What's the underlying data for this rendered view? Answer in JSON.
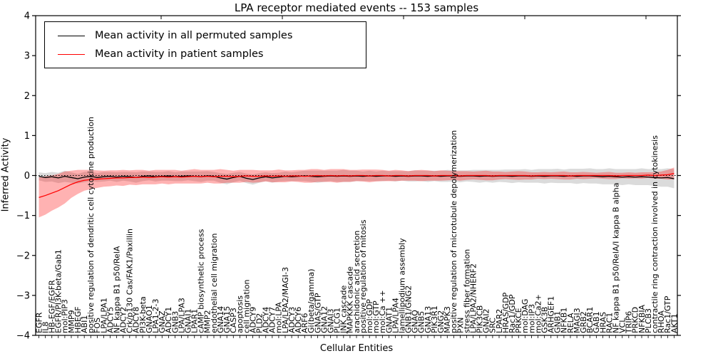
{
  "chart_data": {
    "type": "line",
    "title": "LPA receptor mediated events -- 153 samples",
    "xlabel": "Cellular Entities",
    "ylabel": "Inferred Activity",
    "ylim": [
      -4,
      4
    ],
    "yticks": [
      -4,
      -3,
      -2,
      -1,
      0,
      1,
      2,
      3,
      4
    ],
    "grid": false,
    "legend_position": "upper left",
    "zero_line": {
      "style": "dotted",
      "color": "#000000"
    },
    "categories": [
      "EGFR",
      "IL8",
      "HB-EGF/EGFR",
      "EGFR/PI3K-beta/Gab1",
      "mol:PIP3",
      "MMP9",
      "HBEGF",
      "ABI1",
      "positive regulation of dendritic cell cytokine production",
      "FOS",
      "LPA/LPA1",
      "ADCY5",
      "NF kappa B1 p50/RelA",
      "ADCY2",
      "Crk/p130 Cas/FAK1/Paxillin",
      "ADCY8",
      "PI3K-beta",
      "GNAO1",
      "LPA1-2-3",
      "GNAZ",
      "ADCY1",
      "GNB3",
      "LPA/LPA3",
      "GNAI1",
      "LPAR1",
      "cAMP biosynthetic process",
      "MMP2",
      "endothelial cell migration",
      "GNA14",
      "GNA15",
      "CASP3",
      "apoptosis",
      "cell migration",
      "ADCY9",
      "PLD2",
      "ADCY4",
      "ADCY7",
      "mol:LPA",
      "LPA/LPA2/MAGI-3",
      "ADCY3",
      "ADCY6",
      "ARF6",
      "Gi(beta/gamma)",
      "GNAS/GTP",
      "GNA12",
      "GNAI3",
      "PLCG1",
      "JNK cascade",
      "MAPKKK cascade",
      "arachidonic acid secretion",
      "positive regulation of mitosis",
      "mol:GDP",
      "mol:GTP",
      "mol:Ca ++",
      "GNAT1",
      "LPA/LPA4",
      "lamellipodium assembly",
      "GNB1/GNG2",
      "GNAQ",
      "GNB5",
      "GNA13",
      "PIK3R1",
      "GNG2",
      "MAPK3",
      "positive regulation of microtubule depolymerization",
      "PXN",
      "stress fiber formation",
      "LPA/LPA2/NHERF2",
      "PIK3CB",
      "GNAI2",
      "SRC",
      "LPAR2",
      "HRAS/GDP",
      "Rac1/GDP",
      "PRKCE",
      "mol:DAG",
      "mol:IP3",
      "mol:Ca2+",
      "GSK3B",
      "ARHGEF1",
      "GNB1",
      "NFKB1",
      "RELA",
      "MAGI3",
      "GRB2",
      "BCAR1",
      "GAB1",
      "HRAS",
      "RAC1",
      "NF kappa B1 p50/RelA/I kappa B alpha",
      "VCL",
      "TRIP6",
      "PRKCD",
      "NFKBIA",
      "PLCB3",
      "contractile ring contraction involved in cytokinesis",
      "RHOA",
      "Rac1/GTP",
      "AKT1"
    ],
    "series": [
      {
        "name": "Mean activity in all permuted samples",
        "color": "#000000",
        "band_color": "#999999",
        "band_opacity": 0.35,
        "values": [
          -0.02,
          -0.05,
          -0.03,
          -0.06,
          -0.02,
          -0.05,
          -0.08,
          -0.04,
          -0.02,
          -0.05,
          -0.03,
          -0.02,
          -0.04,
          -0.02,
          -0.03,
          -0.05,
          -0.02,
          -0.01,
          -0.03,
          -0.02,
          -0.01,
          -0.03,
          -0.02,
          -0.01,
          -0.02,
          -0.03,
          -0.01,
          -0.02,
          -0.06,
          -0.09,
          -0.05,
          -0.02,
          -0.07,
          -0.1,
          -0.06,
          -0.03,
          -0.06,
          -0.04,
          -0.02,
          -0.03,
          -0.02,
          -0.01,
          -0.02,
          -0.03,
          -0.02,
          -0.01,
          -0.02,
          -0.01,
          -0.02,
          -0.01,
          -0.02,
          -0.01,
          -0.02,
          -0.01,
          -0.01,
          -0.02,
          -0.01,
          -0.02,
          -0.01,
          -0.01,
          -0.02,
          -0.01,
          -0.02,
          -0.01,
          -0.01,
          -0.02,
          -0.01,
          -0.01,
          -0.02,
          -0.01,
          -0.02,
          -0.01,
          -0.01,
          -0.02,
          -0.01,
          -0.01,
          -0.02,
          -0.01,
          -0.02,
          -0.01,
          -0.01,
          -0.02,
          -0.01,
          -0.02,
          -0.01,
          -0.01,
          -0.02,
          -0.03,
          -0.02,
          -0.03,
          -0.04,
          -0.03,
          -0.04,
          -0.03,
          -0.04,
          -0.05,
          -0.06,
          -0.05,
          -0.08
        ],
        "band_halfwidth": [
          0.1,
          0.11,
          0.12,
          0.13,
          0.14,
          0.13,
          0.12,
          0.13,
          0.12,
          0.11,
          0.12,
          0.11,
          0.12,
          0.11,
          0.12,
          0.13,
          0.12,
          0.11,
          0.12,
          0.11,
          0.12,
          0.11,
          0.12,
          0.11,
          0.12,
          0.13,
          0.12,
          0.11,
          0.12,
          0.13,
          0.12,
          0.11,
          0.12,
          0.13,
          0.12,
          0.11,
          0.12,
          0.11,
          0.12,
          0.11,
          0.12,
          0.13,
          0.14,
          0.15,
          0.14,
          0.13,
          0.14,
          0.15,
          0.14,
          0.13,
          0.12,
          0.13,
          0.12,
          0.13,
          0.12,
          0.13,
          0.12,
          0.13,
          0.14,
          0.13,
          0.14,
          0.13,
          0.14,
          0.15,
          0.14,
          0.15,
          0.14,
          0.15,
          0.16,
          0.15,
          0.16,
          0.15,
          0.16,
          0.17,
          0.16,
          0.17,
          0.16,
          0.17,
          0.18,
          0.17,
          0.18,
          0.17,
          0.18,
          0.19,
          0.18,
          0.19,
          0.18,
          0.19,
          0.2,
          0.19,
          0.2,
          0.19,
          0.2,
          0.21,
          0.2,
          0.21,
          0.22,
          0.23,
          0.24
        ]
      },
      {
        "name": "Mean activity in patient samples",
        "color": "#ff0000",
        "band_color": "#ff0000",
        "band_opacity": 0.3,
        "values": [
          -0.55,
          -0.5,
          -0.44,
          -0.38,
          -0.3,
          -0.22,
          -0.16,
          -0.12,
          -0.1,
          -0.09,
          -0.08,
          -0.07,
          -0.06,
          -0.06,
          -0.05,
          -0.05,
          -0.04,
          -0.05,
          -0.04,
          -0.03,
          -0.04,
          -0.03,
          -0.04,
          -0.03,
          -0.02,
          -0.03,
          -0.02,
          -0.03,
          -0.02,
          -0.02,
          -0.03,
          -0.02,
          -0.01,
          -0.02,
          -0.02,
          -0.01,
          -0.02,
          -0.01,
          -0.02,
          -0.01,
          -0.01,
          -0.02,
          -0.01,
          0.0,
          -0.01,
          0.0,
          -0.01,
          0.0,
          -0.01,
          0.0,
          0.0,
          -0.01,
          0.0,
          0.0,
          -0.01,
          0.0,
          0.0,
          -0.01,
          0.0,
          0.0,
          0.0,
          -0.01,
          0.0,
          0.0,
          0.0,
          -0.01,
          0.0,
          0.0,
          0.0,
          0.0,
          -0.01,
          0.0,
          0.0,
          0.0,
          0.0,
          0.0,
          -0.01,
          0.0,
          0.0,
          0.0,
          0.0,
          0.0,
          -0.01,
          0.0,
          0.0,
          0.0,
          0.0,
          0.0,
          0.0,
          -0.01,
          0.0,
          0.0,
          0.0,
          0.0,
          0.01,
          0.0,
          0.01,
          0.02,
          0.05
        ],
        "band_halfwidth": [
          0.5,
          0.48,
          0.44,
          0.42,
          0.4,
          0.34,
          0.3,
          0.26,
          0.24,
          0.22,
          0.2,
          0.2,
          0.19,
          0.2,
          0.18,
          0.19,
          0.18,
          0.17,
          0.18,
          0.17,
          0.18,
          0.17,
          0.16,
          0.17,
          0.18,
          0.17,
          0.16,
          0.17,
          0.18,
          0.16,
          0.15,
          0.16,
          0.15,
          0.16,
          0.15,
          0.14,
          0.15,
          0.16,
          0.15,
          0.14,
          0.15,
          0.16,
          0.17,
          0.16,
          0.15,
          0.16,
          0.17,
          0.16,
          0.15,
          0.14,
          0.15,
          0.16,
          0.15,
          0.14,
          0.13,
          0.14,
          0.13,
          0.12,
          0.13,
          0.14,
          0.13,
          0.12,
          0.13,
          0.12,
          0.11,
          0.12,
          0.11,
          0.1,
          0.11,
          0.12,
          0.11,
          0.1,
          0.09,
          0.1,
          0.11,
          0.1,
          0.09,
          0.08,
          0.09,
          0.08,
          0.09,
          0.1,
          0.09,
          0.08,
          0.09,
          0.08,
          0.07,
          0.08,
          0.09,
          0.08,
          0.07,
          0.08,
          0.07,
          0.08,
          0.07,
          0.08,
          0.09,
          0.12,
          0.15
        ]
      }
    ]
  }
}
